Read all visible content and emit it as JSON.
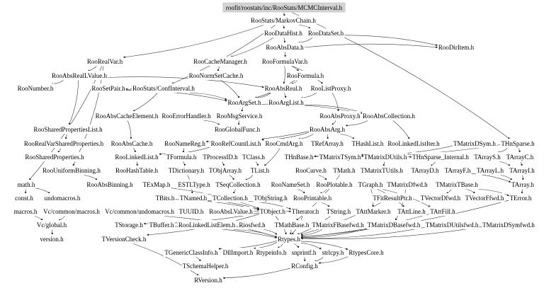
{
  "graph": {
    "root": "roofit/roostats/inc/RooStats/MCMCInterval.h",
    "nodes": [
      "roofit/roostats/inc/RooStats/MCMCInterval.h",
      "RooStats/MarkovChain.h",
      "RooDataHist.h",
      "RooDataSet.h",
      "RooAbsData.h",
      "RooDirItem.h",
      "RooRealVar.h",
      "RooCacheManager.h",
      "RooFormulaVar.h",
      "RooAbsRealLValue.h",
      "RooNormSetCache.h",
      "RooFormula.h",
      "RooNumber.h",
      "RooSetPair.h",
      "RooStats/ConfInterval.h",
      "RooAbsReal.h",
      "RooListProxy.h",
      "RooArgSet.h",
      "RooArgList.h",
      "RooAbsCacheElement.h",
      "RooErrorHandler.h",
      "RooMsgService.h",
      "RooAbsProxy.h",
      "RooAbsCollection.h",
      "RooSharedPropertiesList.h",
      "RooGlobalFunc.h",
      "RooAbsArg.h",
      "RooRealVarSharedProperties.h",
      "RooAbsCache.h",
      "RooNameReg.h",
      "RooRefCountList.h",
      "RooCmdArg.h",
      "TRefArray.h",
      "THashList.h",
      "RooLinkedListIter.h",
      "TMatrixDSym.h",
      "THnSparse.h",
      "RooSharedProperties.h",
      "RooLinkedList.h",
      "TFormula.h",
      "TProcessID.h",
      "TClass.h",
      "THnBase.h",
      "TMatrixTSym.h",
      "TMatrixDUtils.h",
      "THnSparse_Internal.h",
      "TArrayS.h",
      "TArrayC.h",
      "RooUniformBinning.h",
      "RooHashTable.h",
      "TDictionary.h",
      "TObjArray.h",
      "TList.h",
      "RooCurve.h",
      "TMath.h",
      "TMatrixTUtils.h",
      "TArrayD.h",
      "TArrayF.h",
      "TArrayL.h",
      "TArrayI.h",
      "math.h",
      "RooAbsBinning.h",
      "TExMap.h",
      "ESTLType.h",
      "TSeqCollection.h",
      "RooNameSet.h",
      "RooPlotable.h",
      "TGraph.h",
      "TMatrixDfwd.h",
      "TMatrixTBase.h",
      "TArray.h",
      "const.h",
      "undomacros.h",
      "TBits.h",
      "TNamed.h",
      "TCollection.h",
      "TObjString.h",
      "RooPrintable.h",
      "TFitResultPtr.h",
      "TVectorDfwd.h",
      "TVectorFfwd.h",
      "TError.h",
      "macros.h",
      "Vc/common/macros.h",
      "Vc/common/undomacros.h",
      "TUUID.h",
      "RooAbsLValue.h",
      "TObject.h",
      "TIterator.h",
      "TString.h",
      "TAttMarker.h",
      "TAttLine.h",
      "TAttFill.h",
      "Vc/global.h",
      "TStorage.h",
      "TBuffer.h",
      "RooLinkedListElem.h",
      "Riosfwd.h",
      "TMathBase.h",
      "TMatrixFBasefwd.h",
      "TMatrixDBasefwd.h",
      "TMatrixDUtilsfwd.h",
      "TMatrixDSymfwd.h",
      "version.h",
      "TVersionCheck.h",
      "Rtypes.h",
      "TGenericClassInfo.h",
      "DllImport.h",
      "Rtypeinfo.h",
      "snprintf.h",
      "strlcpy.h",
      "RtypesCore.h",
      "TSchemaHelper.h",
      "RConfig.h",
      "RVersion.h"
    ],
    "edges": [
      [
        0,
        1
      ],
      [
        0,
        36
      ],
      [
        1,
        2
      ],
      [
        1,
        3
      ],
      [
        1,
        6
      ],
      [
        2,
        4
      ],
      [
        3,
        4
      ],
      [
        3,
        5
      ],
      [
        4,
        8
      ],
      [
        4,
        5
      ],
      [
        2,
        7
      ],
      [
        1,
        14
      ],
      [
        8,
        11
      ],
      [
        8,
        15
      ],
      [
        8,
        16
      ],
      [
        11,
        15
      ],
      [
        11,
        17
      ],
      [
        15,
        18
      ],
      [
        15,
        17
      ],
      [
        16,
        22
      ],
      [
        16,
        18
      ],
      [
        17,
        21
      ],
      [
        18,
        23
      ],
      [
        17,
        23
      ],
      [
        6,
        9
      ],
      [
        6,
        60
      ],
      [
        9,
        12
      ],
      [
        9,
        15
      ],
      [
        9,
        24
      ],
      [
        7,
        10
      ],
      [
        10,
        17
      ],
      [
        14,
        13
      ],
      [
        14,
        19
      ],
      [
        14,
        17
      ],
      [
        13,
        17
      ],
      [
        19,
        28
      ],
      [
        21,
        25
      ],
      [
        20,
        25
      ],
      [
        22,
        26
      ],
      [
        23,
        26
      ],
      [
        23,
        34
      ],
      [
        26,
        31
      ],
      [
        26,
        32
      ],
      [
        26,
        33
      ],
      [
        26,
        29
      ],
      [
        26,
        30
      ],
      [
        24,
        27
      ],
      [
        27,
        37
      ],
      [
        6,
        48
      ],
      [
        48,
        61
      ],
      [
        28,
        38
      ],
      [
        38,
        49
      ],
      [
        29,
        39
      ],
      [
        30,
        38
      ],
      [
        31,
        52
      ],
      [
        35,
        43
      ],
      [
        36,
        42
      ],
      [
        36,
        47
      ],
      [
        36,
        46
      ],
      [
        42,
        45
      ],
      [
        43,
        44
      ],
      [
        44,
        55
      ],
      [
        45,
        56
      ],
      [
        47,
        59
      ],
      [
        46,
        59
      ],
      [
        57,
        70
      ],
      [
        58,
        70
      ],
      [
        59,
        70
      ],
      [
        39,
        50
      ],
      [
        40,
        51
      ],
      [
        41,
        52
      ],
      [
        50,
        74
      ],
      [
        51,
        64
      ],
      [
        52,
        64
      ],
      [
        64,
        75
      ],
      [
        75,
        88
      ],
      [
        74,
        87
      ],
      [
        73,
        87
      ],
      [
        62,
        87
      ],
      [
        53,
        66
      ],
      [
        65,
        77
      ],
      [
        66,
        77
      ],
      [
        67,
        90
      ],
      [
        67,
        91
      ],
      [
        67,
        92
      ],
      [
        68,
        100
      ],
      [
        69,
        79
      ],
      [
        69,
        80
      ],
      [
        69,
        81
      ],
      [
        70,
        81
      ],
      [
        77,
        89
      ],
      [
        86,
        88
      ],
      [
        87,
        94
      ],
      [
        87,
        104
      ],
      [
        87,
        105
      ],
      [
        88,
        105
      ],
      [
        89,
        105
      ],
      [
        98,
        105
      ],
      [
        99,
        105
      ],
      [
        100,
        105
      ],
      [
        101,
        105
      ],
      [
        102,
        105
      ],
      [
        54,
        98
      ],
      [
        60,
        71
      ],
      [
        60,
        72
      ],
      [
        82,
        93
      ],
      [
        83,
        93
      ],
      [
        93,
        103
      ],
      [
        84,
        105
      ],
      [
        95,
        105
      ],
      [
        96,
        105
      ],
      [
        97,
        105
      ],
      [
        105,
        106
      ],
      [
        105,
        107
      ],
      [
        105,
        108
      ],
      [
        105,
        109
      ],
      [
        105,
        110
      ],
      [
        105,
        111
      ],
      [
        106,
        112
      ],
      [
        109,
        113
      ],
      [
        110,
        113
      ],
      [
        111,
        113
      ],
      [
        113,
        114
      ],
      [
        104,
        114
      ],
      [
        78,
        105
      ],
      [
        92,
        105
      ],
      [
        81,
        105
      ]
    ]
  },
  "colors": {
    "root_fill": "#d3d3d3",
    "edge": "#3a3a3a",
    "text": "#000000"
  }
}
